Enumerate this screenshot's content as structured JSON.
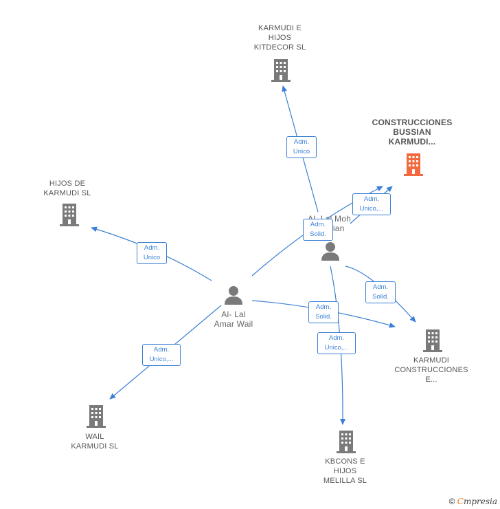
{
  "colors": {
    "edge": "#3a7fd5",
    "company": "#7a7a7a",
    "highlight": "#f26a3d",
    "person": "#7a7a7a"
  },
  "nodes": {
    "kitdecor": {
      "label": "KARMUDI E\nHIJOS\nKITDECOR  SL",
      "icon": "building-icon"
    },
    "bussian": {
      "label": "CONSTRUCCIONES\nBUSSIAN\nKARMUDI...",
      "icon": "building-icon"
    },
    "hijos": {
      "label": "HIJOS DE\nKARMUDI SL",
      "icon": "building-icon"
    },
    "lalmoh": {
      "label": "Al- Lal Moh\nBussian",
      "icon": "person-icon"
    },
    "lalamar": {
      "label": "Al- Lal\nAmar Wail",
      "icon": "person-icon"
    },
    "karmudi_constr": {
      "label": "KARMUDI\nCONSTRUCCIONES\nE...",
      "icon": "building-icon"
    },
    "wail": {
      "label": "WAIL\nKARMUDI  SL",
      "icon": "building-icon"
    },
    "kbcons": {
      "label": "KBCONS E\nHIJOS\nMELILLA  SL",
      "icon": "building-icon"
    }
  },
  "edges": {
    "e1": "Adm.\nUnico",
    "e2": "Adm.\nUnico,...",
    "e3": "Adm.\nSolid.",
    "e4": "Adm.\nUnico",
    "e5": "Adm.\nSolid.",
    "e6": "Adm.\nSolid.",
    "e7": "Adm.\nUnico,...",
    "e8": "Adm.\nUnico,..."
  },
  "footer": {
    "copyright": "©",
    "brand_first": "C",
    "brand_rest": "mpresia"
  }
}
